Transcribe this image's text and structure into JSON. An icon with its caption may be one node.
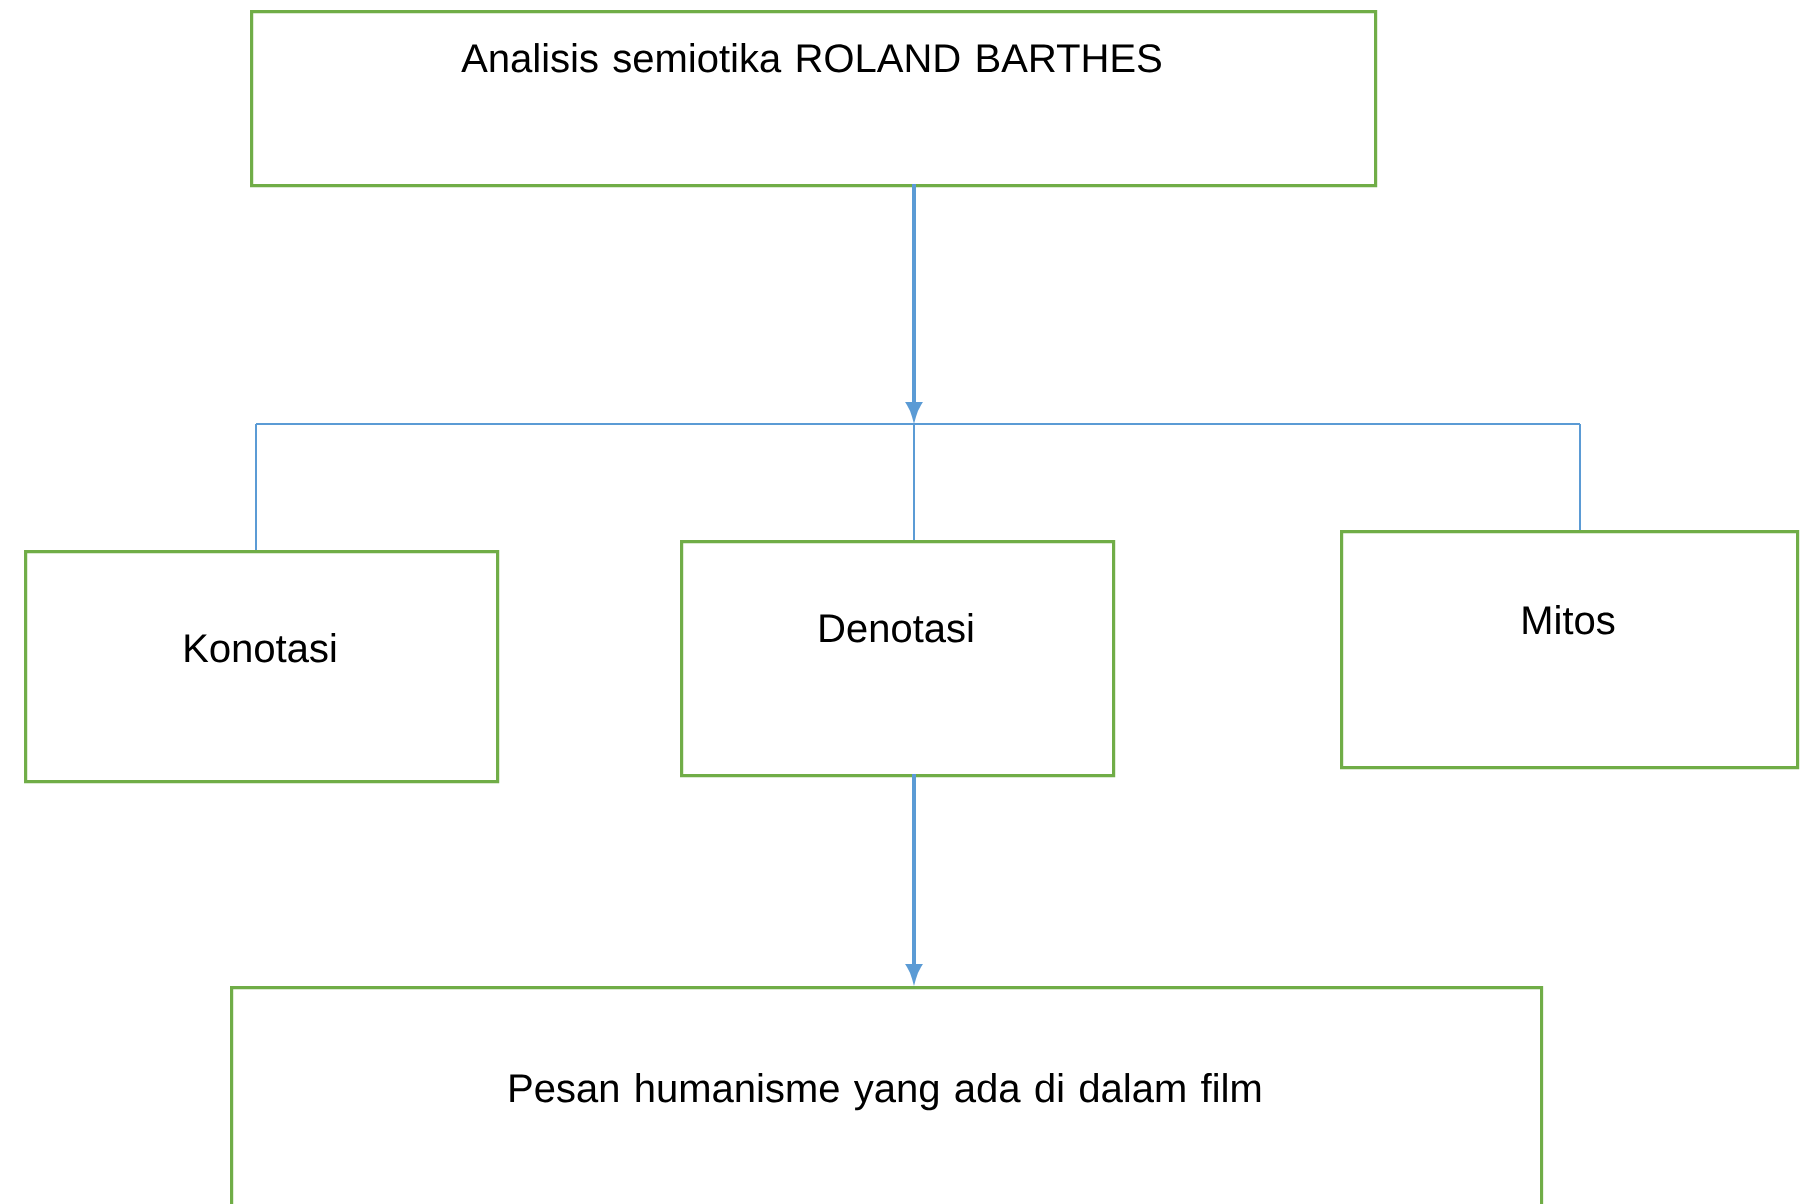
{
  "diagram": {
    "nodes": [
      {
        "text": [
          "Analisis semiotika ROLAND BARTHES"
        ]
      },
      {
        "text": [],
        "shape": "bar"
      },
      {
        "text": [
          "Konotasi"
        ]
      },
      {
        "text": [
          "Denotasi"
        ]
      },
      {
        "text": [
          "Mitos"
        ]
      },
      {
        "text": [
          "Pesan humanisme yang ada di dalam film"
        ]
      }
    ],
    "edges": [
      {
        "from": 0,
        "to": 1,
        "arrow": "to"
      },
      {
        "from": 1,
        "to": 2,
        "arrow": "none"
      },
      {
        "from": 1,
        "to": 3,
        "arrow": "none"
      },
      {
        "from": 1,
        "to": 4,
        "arrow": "none"
      },
      {
        "from": 3,
        "to": 5,
        "arrow": "to"
      }
    ]
  }
}
